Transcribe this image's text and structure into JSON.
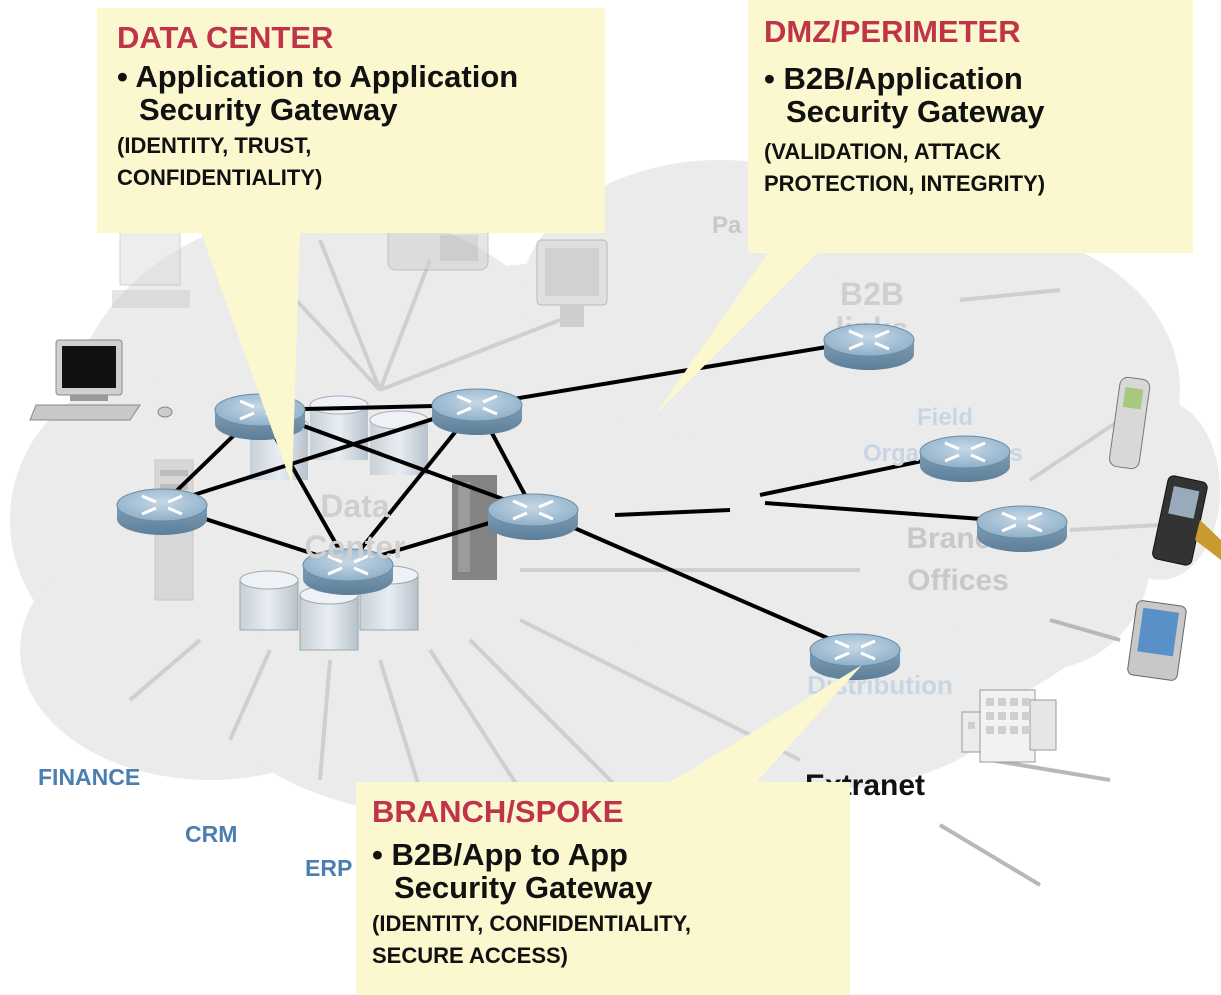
{
  "callouts": {
    "data_center": {
      "title": "DATA CENTER",
      "bullet_line1": "• Application to Application",
      "bullet_line2": "Security Gateway",
      "note_line1": "(IDENTITY, TRUST,",
      "note_line2": "CONFIDENTIALITY)"
    },
    "dmz": {
      "title": "DMZ/PERIMETER",
      "bullet_line1": "• B2B/Application",
      "bullet_line2": "Security Gateway",
      "note_line1": "(VALIDATION, ATTACK",
      "note_line2": "PROTECTION, INTEGRITY)"
    },
    "branch": {
      "title": "BRANCH/SPOKE",
      "bullet_line1": "• B2B/App to App",
      "bullet_line2": "Security Gateway",
      "note_line1": "(IDENTITY, CONFIDENTIALITY,",
      "note_line2": "SECURE ACCESS)"
    }
  },
  "cloud_labels": {
    "data_center_1": "Data",
    "data_center_2": "Center",
    "partners": "Pa",
    "b2b_1": "B2B",
    "b2b_2": "links",
    "field_1": "Field",
    "field_2": "Organizations",
    "branch_1": "Branch",
    "branch_2": "Offices",
    "distribution": "Distribution"
  },
  "app_labels": {
    "finance": "FINANCE",
    "crm": "CRM",
    "erp": "ERP"
  },
  "extranet_label": "Extranet",
  "colors": {
    "cloud": "#ebebeb",
    "callout": "#fbf8cf",
    "title_red": "#c0344a",
    "app_blue": "#4a7fb0",
    "router": "#8fb0c8"
  },
  "icons": [
    "router-icon",
    "database-icon",
    "server-rack-icon",
    "desktop-computer-icon",
    "ip-phone-icon",
    "monitor-icon",
    "mobile-phone-icon",
    "handheld-scanner-icon",
    "pda-icon",
    "office-building-icon"
  ]
}
